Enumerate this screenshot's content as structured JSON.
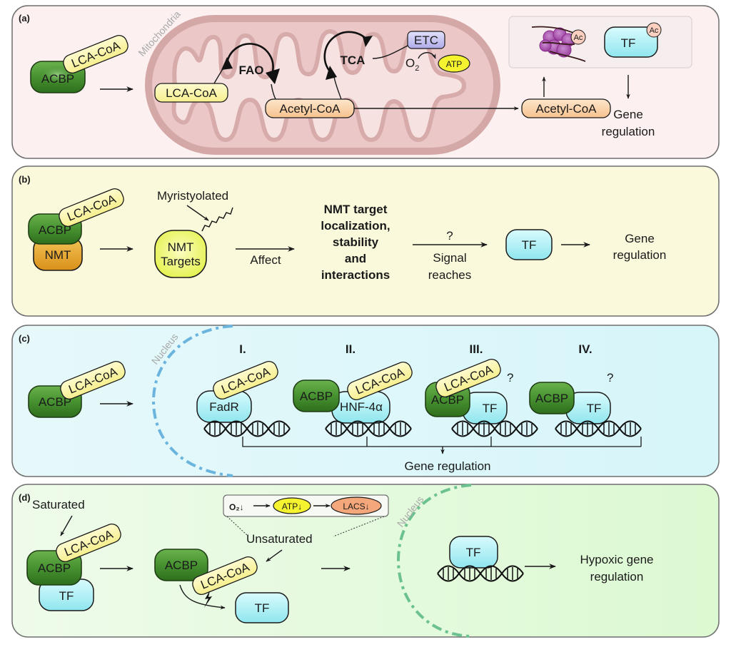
{
  "panels": {
    "a": {
      "label": "(a)",
      "acbp": "ACBP",
      "lca_coa": "LCA-CoA",
      "mitochondria": "Mitochondria",
      "lca_coa_inner": "LCA-CoA",
      "fao": "FAO",
      "tca": "TCA",
      "etc": "ETC",
      "o2": "O",
      "o2_sub": "2",
      "atp": "ATP",
      "acetyl_coa_inner": "Acetyl-CoA",
      "acetyl_coa_outer": "Acetyl-CoA",
      "ac_histone": "Ac",
      "tf": "TF",
      "ac_tf": "Ac",
      "gene": "Gene",
      "regulation": "regulation"
    },
    "b": {
      "label": "(b)",
      "acbp": "ACBP",
      "lca_coa": "LCA-CoA",
      "nmt": "NMT",
      "myristoylated": "Myristyolated",
      "nmt_targets_1": "NMT",
      "nmt_targets_2": "Targets",
      "affect": "Affect",
      "effect_lines": [
        "NMT target",
        "localization,",
        "stability",
        "and",
        "interactions"
      ],
      "question": "?",
      "signal_1": "Signal",
      "signal_2": "reaches",
      "tf": "TF",
      "gene": "Gene",
      "regulation": "regulation"
    },
    "c": {
      "label": "(c)",
      "acbp": "ACBP",
      "lca_coa": "LCA-CoA",
      "nucleus": "Nucleus",
      "cases": [
        {
          "numeral": "I.",
          "ligand": "LCA-CoA",
          "tf": "FadR",
          "question": ""
        },
        {
          "numeral": "II.",
          "acbp": "ACBP",
          "ligand": "LCA-CoA",
          "tf": "HNF-4α",
          "question": ""
        },
        {
          "numeral": "III.",
          "acbp": "ACBP",
          "ligand": "LCA-CoA",
          "tf": "TF",
          "question": "?"
        },
        {
          "numeral": "IV.",
          "acbp": "ACBP",
          "tf": "TF",
          "question": "?"
        }
      ],
      "gene_regulation": "Gene regulation"
    },
    "d": {
      "label": "(d)",
      "saturated": "Saturated",
      "lca_coa": "LCA-CoA",
      "acbp": "ACBP",
      "tf": "TF",
      "cascade": {
        "o2": "O₂↓",
        "atp": "ATP↓",
        "lacs": "LACS↓"
      },
      "unsaturated": "Unsaturated",
      "acbp2": "ACBP",
      "lca_coa2": "LCA-CoA",
      "tf_released": "TF",
      "nucleus": "Nucleus",
      "tf_nucleus": "TF",
      "hypoxic_1": "Hypoxic gene",
      "hypoxic_2": "regulation"
    }
  },
  "colors": {
    "panel_a_bg": "#fcf0f0",
    "panel_b_bg": "#fbf9dc",
    "panel_c_bg": "#ddf6fa",
    "panel_d_bg": "#e6f9e0",
    "acbp_green": "#3f8a2a",
    "lca_yellow": "#fbf6a9",
    "tf_cyan": "#aef0f4",
    "nmt_orange": "#e8a62a",
    "acetyl_peach": "#fbd5ad",
    "mito_outer": "#d9adad",
    "etc_lavender": "#c5c3f0",
    "atp_yellow": "#f5f230",
    "lacs_orange": "#f4a77a",
    "nucleus_blue": "#6bb4de",
    "nucleus_green": "#6cc190",
    "histone_purple": "#a64ca8"
  }
}
